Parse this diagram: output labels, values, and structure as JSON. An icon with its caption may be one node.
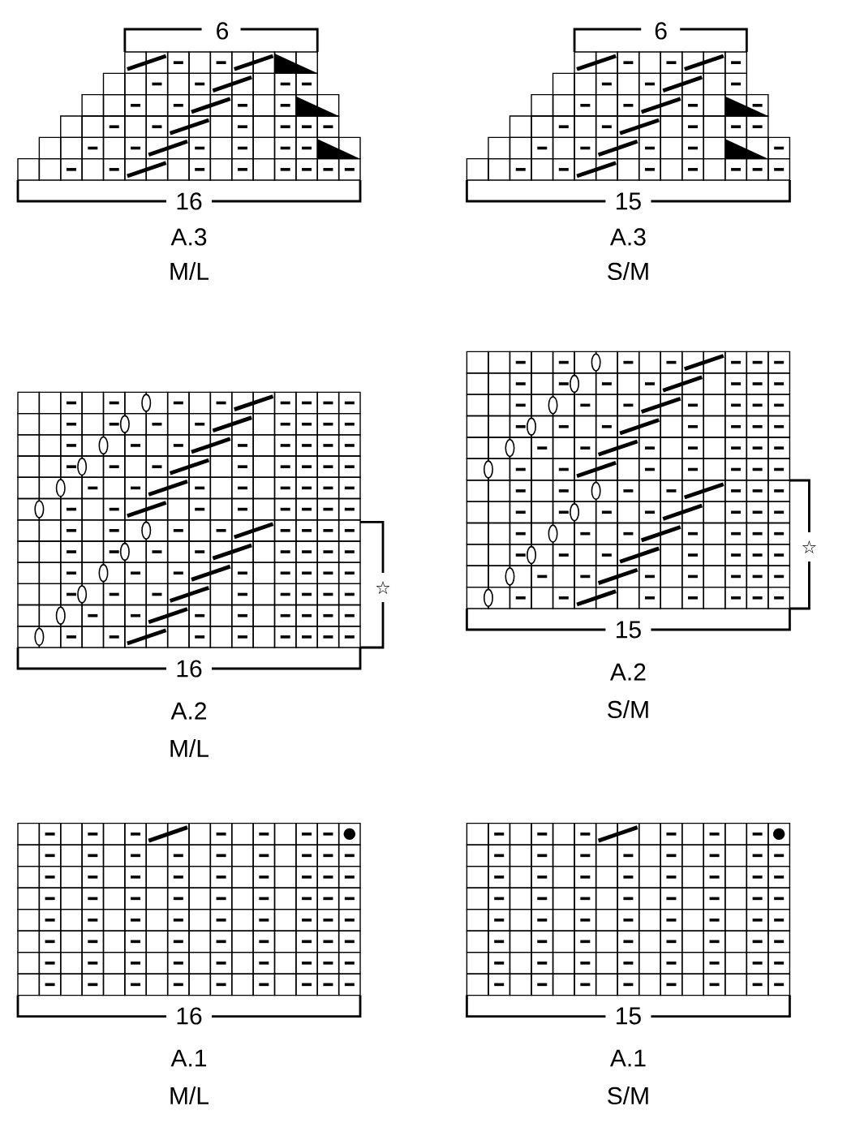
{
  "diagram": {
    "labels": [
      "6",
      "16",
      "A.3",
      "M/L",
      "6",
      "15",
      "A.3",
      "S/M",
      "☆",
      "16",
      "A.2",
      "M/L",
      "☆",
      "15",
      "A.2",
      "S/M",
      "16",
      "A.1",
      "M/L",
      "15",
      "A.1",
      "S/M"
    ]
  }
}
